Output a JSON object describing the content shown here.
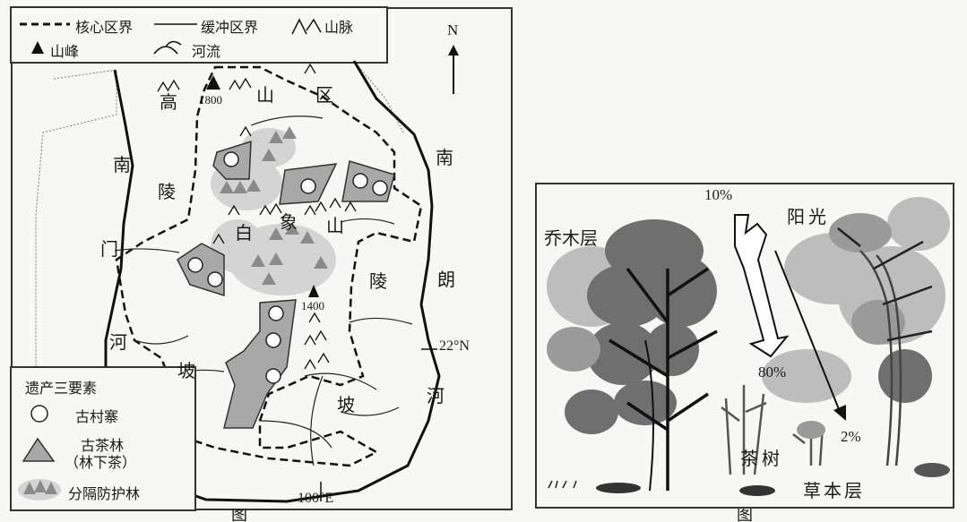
{
  "map": {
    "legend_top": {
      "core_boundary": "核心区界",
      "buffer_boundary": "缓冲区界",
      "mountains": "山脉",
      "peak": "山峰",
      "river": "河流"
    },
    "north": "N",
    "place_labels": {
      "highland": [
        "高",
        "山",
        "区"
      ],
      "nan_left": [
        "南",
        "陵",
        "门",
        "河",
        "坡"
      ],
      "nan_right": [
        "南",
        "陵",
        "朗",
        "河",
        "坡"
      ],
      "baixiang": [
        "白",
        "象",
        "山"
      ]
    },
    "peaks": {
      "north": "1800",
      "south": "1400"
    },
    "latitude": "22°N",
    "longitude": "100°E",
    "legend_bottom": {
      "title": "遗产三要素",
      "village": "古村寨",
      "tea_forest_line1": "古茶林",
      "tea_forest_line2": "（林下茶）",
      "protective_forest": "分隔防护林"
    },
    "caption": "图"
  },
  "vegetation": {
    "sunlight": "阳光",
    "pct_top": "10%",
    "pct_mid": "80%",
    "pct_low": "2%",
    "tree_layer": "乔木层",
    "tea_tree": "茶树",
    "herb_layer": "草本层",
    "caption": "图"
  }
}
